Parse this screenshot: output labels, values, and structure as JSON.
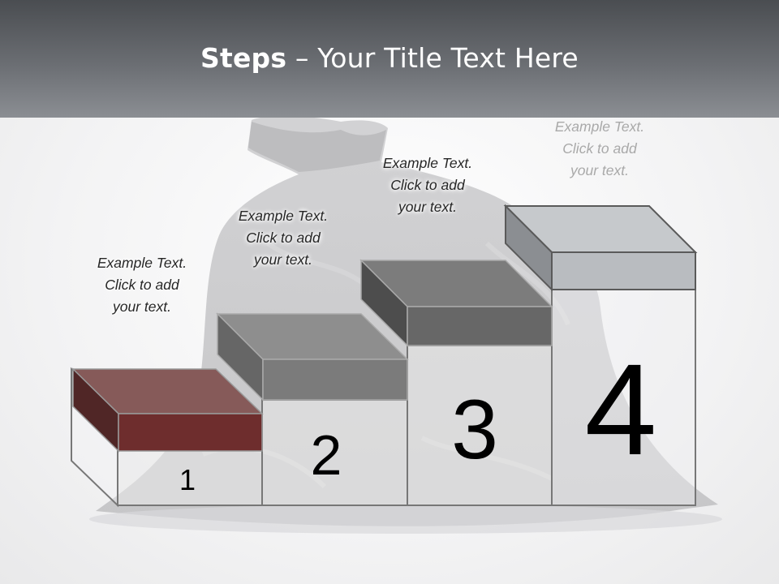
{
  "slide": {
    "title_bold": "Steps",
    "title_rest": " – Your Title Text Here"
  },
  "steps": [
    {
      "number": "1",
      "text_line1": "Example Text.",
      "text_line2": "Click  to add",
      "text_line3": "your text.",
      "color": "#6e2d2d"
    },
    {
      "number": "2",
      "text_line1": "Example Text.",
      "text_line2": "Click  to add",
      "text_line3": "your text.",
      "color": "#858585"
    },
    {
      "number": "3",
      "text_line1": "Example Text.",
      "text_line2": "Click  to add",
      "text_line3": "your text.",
      "color": "#676767"
    },
    {
      "number": "4",
      "text_line1": "Example Text.",
      "text_line2": "Click  to add",
      "text_line3": "your text.",
      "color": "#b9bcc0"
    }
  ]
}
